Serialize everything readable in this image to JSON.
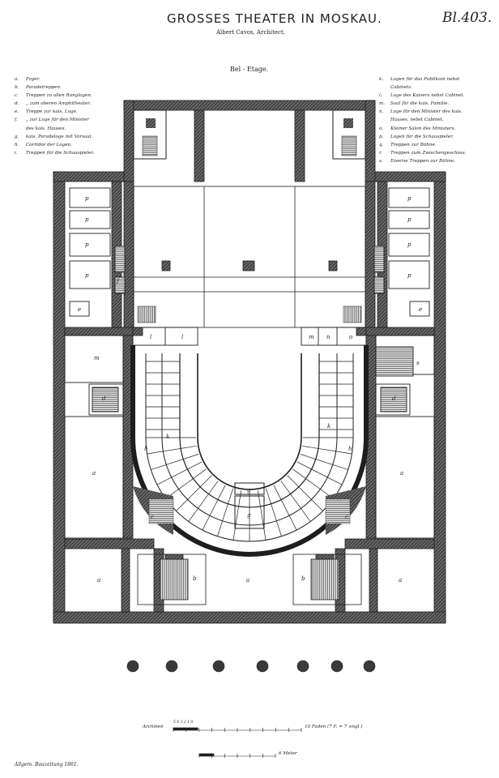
{
  "header": {
    "title": "GROSSES THEATER IN MOSKAU.",
    "plate": "Bl.403.",
    "architect": "Albert Cavos, Architect.",
    "floor": "Bel - Etage."
  },
  "legend_left": [
    {
      "key": "a.",
      "text": "Foyer."
    },
    {
      "key": "b.",
      "text": "Paradetreppen."
    },
    {
      "key": "c.",
      "text": "Treppen zu allen Ranglogen."
    },
    {
      "key": "d.",
      "text": "„ zum oberen Amphitheater."
    },
    {
      "key": "e.",
      "text": "Treppe zur kais. Loge."
    },
    {
      "key": "f.",
      "text": "„ zur Loge für den Minister"
    },
    {
      "key": "",
      "text": "des kais. Hauses."
    },
    {
      "key": "g.",
      "text": "kais. Paradeloge mit Vorsaal."
    },
    {
      "key": "h.",
      "text": "Corridor der Logen."
    },
    {
      "key": "i.",
      "text": "Treppen für die Schauspieler."
    }
  ],
  "legend_right": [
    {
      "key": "k.",
      "text": "Logen für das Publikum nebst"
    },
    {
      "key": "",
      "text": "Cabinets."
    },
    {
      "key": "l.",
      "text": "Loge des Kaisers nebst Cabinet."
    },
    {
      "key": "m.",
      "text": "Saal für die kais. Familie."
    },
    {
      "key": "n.",
      "text": "Loge für den Minister des kais."
    },
    {
      "key": "",
      "text": "Hauses, nebst Cabinet."
    },
    {
      "key": "o.",
      "text": "Kleiner Salon des Ministers."
    },
    {
      "key": "p.",
      "text": "Logen für die Schauspieler."
    },
    {
      "key": "q.",
      "text": "Treppen zur Bühne."
    },
    {
      "key": "r.",
      "text": "Treppen zum Zwischengeschoss."
    },
    {
      "key": "s.",
      "text": "Eiserne Treppen zur Bühne."
    }
  ],
  "scales": {
    "archine_label": "Archinen",
    "archine_numbers": "5 4 3 2 1 0",
    "feet_label": "10 Faden (7 F. = 7′ engl.)",
    "meter_label": "6 Meter"
  },
  "footer": "Allgem. Bauzeitung 1861.",
  "room_labels": {
    "p": "p",
    "e": "e",
    "f": "f",
    "l": "l",
    "m": "m",
    "n": "n",
    "o": "o",
    "d": "d",
    "h": "h",
    "k": "k",
    "a": "a",
    "c": "c",
    "g": "g",
    "b": "b",
    "s": "s"
  },
  "colors": {
    "ink": "#1e1e1e",
    "hatch": "#4a4a4a",
    "paper": "#ffffff"
  }
}
